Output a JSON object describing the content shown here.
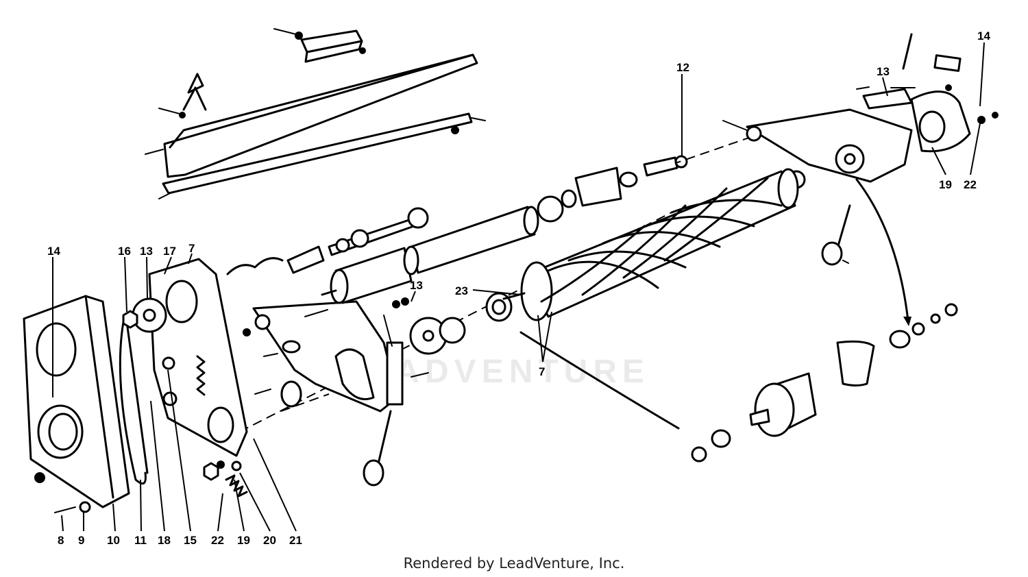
{
  "diagram": {
    "callouts": {
      "c12": "12",
      "c13_upper": "13",
      "c14_upper": "14",
      "c19_upper": "19",
      "c22_upper": "22",
      "c14_left": "14",
      "c16": "16",
      "c13_left": "13",
      "c17": "17",
      "c7_top": "7",
      "c13_mid": "13",
      "c23": "23",
      "c7_reel": "7",
      "c8": "8",
      "c9": "9",
      "c10": "10",
      "c11": "11",
      "c18": "18",
      "c15": "15",
      "c22_bottom": "22",
      "c19_bottom": "19",
      "c20": "20",
      "c21": "21"
    },
    "watermark": "LEADVENTURE",
    "credit": "Rendered by LeadVenture, Inc."
  }
}
